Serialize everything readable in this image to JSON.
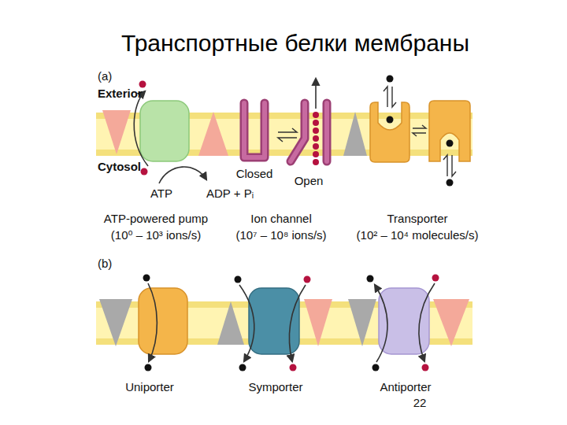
{
  "diagram": {
    "title": "Транспортные белки мембраны",
    "labels": [
      "(a)",
      "Exterior",
      "Cytosol",
      "ATP",
      "ADP + Pᵢ",
      "Closed",
      "Open",
      "ATP-powered pump",
      "(10⁰ – 10³ ions/s)",
      "Ion channel",
      "(10⁷ – 10⁸ ions/s)",
      "Transporter",
      "(10² – 10⁴ molecules/s)",
      "(b)",
      "Uniporter",
      "Symporter",
      "Antiporter",
      "22"
    ]
  }
}
